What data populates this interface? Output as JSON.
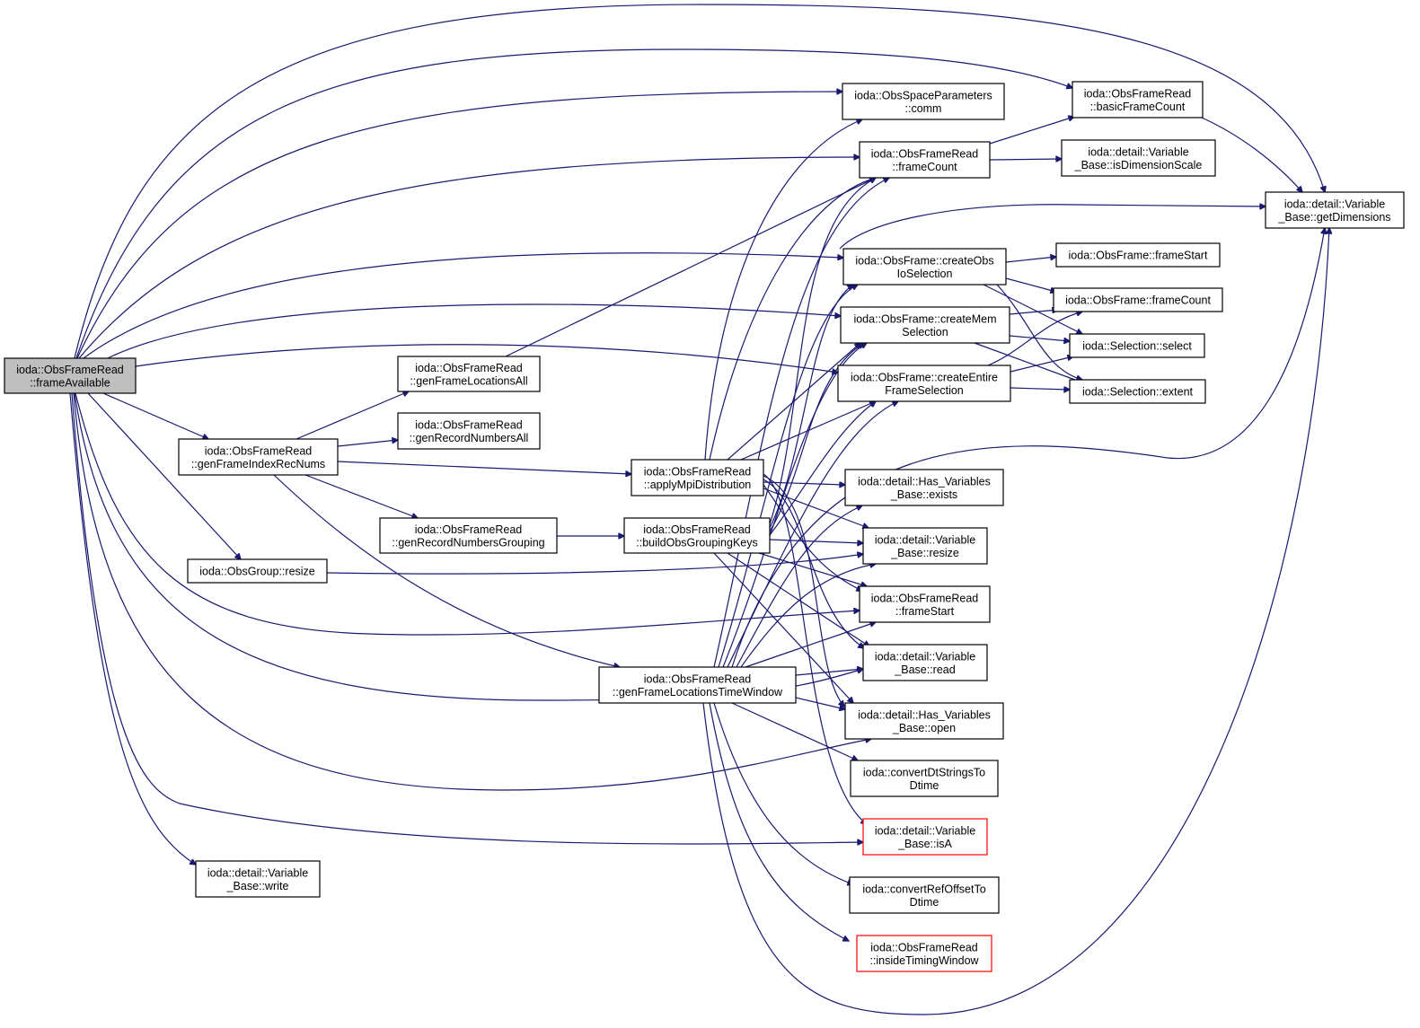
{
  "colors": {
    "edge": "#191970",
    "root_fill": "#bfbfbf",
    "red_border": "#ff0000"
  },
  "nodes": {
    "frameAvailable": {
      "lines": [
        "ioda::ObsFrameRead",
        "::frameAvailable"
      ]
    },
    "genFrameIndexRecNums": {
      "lines": [
        "ioda::ObsFrameRead",
        "::genFrameIndexRecNums"
      ]
    },
    "obsGroupResize": {
      "lines": [
        "ioda::ObsGroup::resize"
      ]
    },
    "varBaseWrite": {
      "lines": [
        "ioda::detail::Variable",
        "_Base::write"
      ]
    },
    "genFrameLocationsAll": {
      "lines": [
        "ioda::ObsFrameRead",
        "::genFrameLocationsAll"
      ]
    },
    "genRecordNumbersAll": {
      "lines": [
        "ioda::ObsFrameRead",
        "::genRecordNumbersAll"
      ]
    },
    "genRecordNumbersGrouping": {
      "lines": [
        "ioda::ObsFrameRead",
        "::genRecordNumbersGrouping"
      ]
    },
    "genFrameLocationsTimeWindow": {
      "lines": [
        "ioda::ObsFrameRead",
        "::genFrameLocationsTimeWindow"
      ]
    },
    "applyMpiDistribution": {
      "lines": [
        "ioda::ObsFrameRead",
        "::applyMpiDistribution"
      ]
    },
    "buildObsGroupingKeys": {
      "lines": [
        "ioda::ObsFrameRead",
        "::buildObsGroupingKeys"
      ]
    },
    "spaceParamsComm": {
      "lines": [
        "ioda::ObsSpaceParameters",
        "::comm"
      ]
    },
    "frameReadFrameCount": {
      "lines": [
        "ioda::ObsFrameRead",
        "::frameCount"
      ]
    },
    "createObsIoSelection": {
      "lines": [
        "ioda::ObsFrame::createObs",
        "IoSelection"
      ]
    },
    "createMemSelection": {
      "lines": [
        "ioda::ObsFrame::createMem",
        "Selection"
      ]
    },
    "createEntireFrameSelection": {
      "lines": [
        "ioda::ObsFrame::createEntire",
        "FrameSelection"
      ]
    },
    "hasVarExists": {
      "lines": [
        "ioda::detail::Has_Variables",
        "_Base::exists"
      ]
    },
    "varBaseResize": {
      "lines": [
        "ioda::detail::Variable",
        "_Base::resize"
      ]
    },
    "frameReadFrameStart": {
      "lines": [
        "ioda::ObsFrameRead",
        "::frameStart"
      ]
    },
    "varBaseRead": {
      "lines": [
        "ioda::detail::Variable",
        "_Base::read"
      ]
    },
    "hasVarOpen": {
      "lines": [
        "ioda::detail::Has_Variables",
        "_Base::open"
      ]
    },
    "convertDtStrings": {
      "lines": [
        "ioda::convertDtStringsTo",
        "Dtime"
      ]
    },
    "varBaseIsA": {
      "lines": [
        "ioda::detail::Variable",
        "_Base::isA"
      ]
    },
    "convertRefOffset": {
      "lines": [
        "ioda::convertRefOffsetTo",
        "Dtime"
      ]
    },
    "insideTimingWindow": {
      "lines": [
        "ioda::ObsFrameRead",
        "::insideTimingWindow"
      ]
    },
    "basicFrameCount": {
      "lines": [
        "ioda::ObsFrameRead",
        "::basicFrameCount"
      ]
    },
    "isDimensionScale": {
      "lines": [
        "ioda::detail::Variable",
        "_Base::isDimensionScale"
      ]
    },
    "obsFrameFrameStart": {
      "lines": [
        "ioda::ObsFrame::frameStart"
      ]
    },
    "obsFrameFrameCount": {
      "lines": [
        "ioda::ObsFrame::frameCount"
      ]
    },
    "selectionSelect": {
      "lines": [
        "ioda::Selection::select"
      ]
    },
    "selectionExtent": {
      "lines": [
        "ioda::Selection::extent"
      ]
    },
    "getDimensions": {
      "lines": [
        "ioda::detail::Variable",
        "_Base::getDimensions"
      ]
    }
  }
}
